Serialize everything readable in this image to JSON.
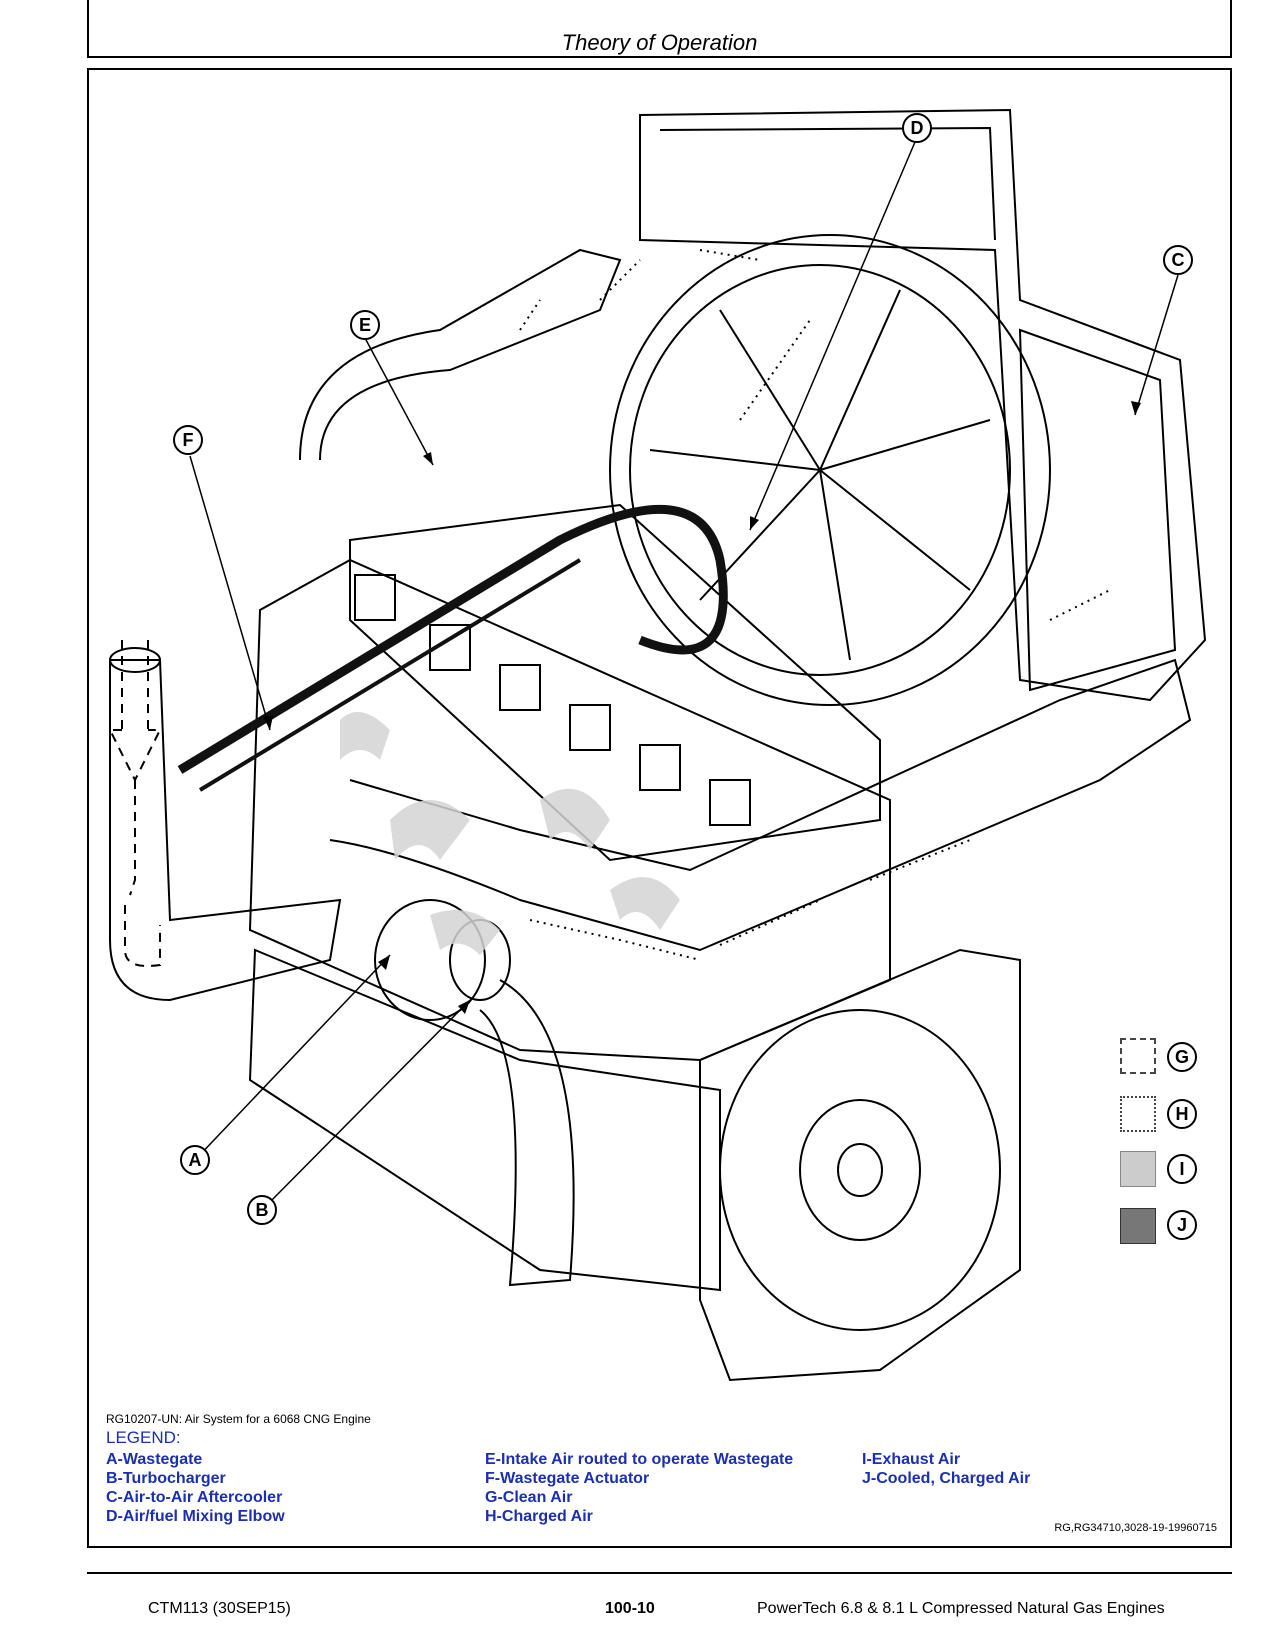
{
  "header": {
    "title": "Theory of Operation"
  },
  "figure": {
    "callouts": [
      "A",
      "B",
      "C",
      "D",
      "E",
      "F"
    ],
    "legend_swatches": [
      {
        "letter": "G",
        "style": "dashed",
        "color": "#444444"
      },
      {
        "letter": "H",
        "style": "dotted",
        "color": "#444444"
      },
      {
        "letter": "I",
        "style": "solid",
        "color": "#cccccc"
      },
      {
        "letter": "J",
        "style": "solid",
        "color": "#777777"
      }
    ],
    "caption": "RG10207-UN: Air System for a 6068 CNG Engine",
    "legend_title": "LEGEND:",
    "legend_columns": [
      [
        "A-Wastegate",
        "B-Turbocharger",
        "C-Air-to-Air Aftercooler",
        "D-Air/fuel Mixing Elbow"
      ],
      [
        "E-Intake Air routed to operate Wastegate",
        "F-Wastegate Actuator",
        "G-Clean Air",
        "H-Charged Air"
      ],
      [
        "I-Exhaust Air",
        "J-Cooled, Charged Air"
      ]
    ],
    "reference": "RG,RG34710,3028-19-19960715"
  },
  "footer": {
    "manual": "CTM113 (30SEP15)",
    "page": "100-10",
    "title": "PowerTech 6.8 & 8.1 L Compressed Natural Gas Engines"
  }
}
